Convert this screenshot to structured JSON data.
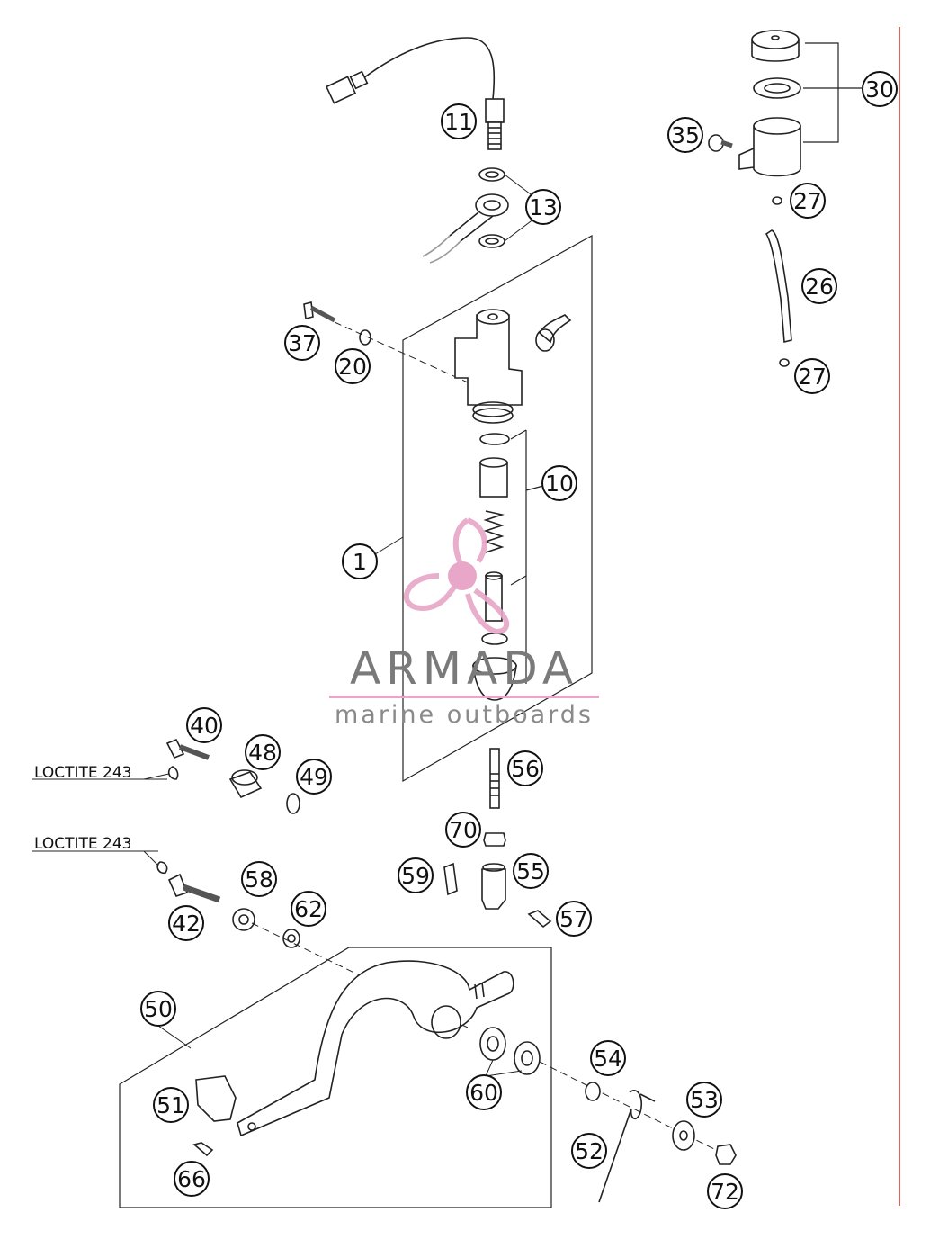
{
  "parts": [
    {
      "id": "p1",
      "label": "1"
    },
    {
      "id": "p10",
      "label": "10"
    },
    {
      "id": "p11",
      "label": "11"
    },
    {
      "id": "p13",
      "label": "13"
    },
    {
      "id": "p20",
      "label": "20"
    },
    {
      "id": "p26",
      "label": "26"
    },
    {
      "id": "p27a",
      "label": "27"
    },
    {
      "id": "p27b",
      "label": "27"
    },
    {
      "id": "p30",
      "label": "30"
    },
    {
      "id": "p35",
      "label": "35"
    },
    {
      "id": "p37",
      "label": "37"
    },
    {
      "id": "p40",
      "label": "40"
    },
    {
      "id": "p42",
      "label": "42"
    },
    {
      "id": "p48",
      "label": "48"
    },
    {
      "id": "p49",
      "label": "49"
    },
    {
      "id": "p50",
      "label": "50"
    },
    {
      "id": "p51",
      "label": "51"
    },
    {
      "id": "p52",
      "label": "52"
    },
    {
      "id": "p53",
      "label": "53"
    },
    {
      "id": "p54",
      "label": "54"
    },
    {
      "id": "p55",
      "label": "55"
    },
    {
      "id": "p56",
      "label": "56"
    },
    {
      "id": "p57",
      "label": "57"
    },
    {
      "id": "p58",
      "label": "58"
    },
    {
      "id": "p59",
      "label": "59"
    },
    {
      "id": "p60",
      "label": "60"
    },
    {
      "id": "p62",
      "label": "62"
    },
    {
      "id": "p66",
      "label": "66"
    },
    {
      "id": "p70",
      "label": "70"
    },
    {
      "id": "p72",
      "label": "72"
    }
  ],
  "notes": {
    "loctite_1": "LOCTITE 243",
    "loctite_2": "LOCTITE 243"
  },
  "watermark": {
    "title": "ARMADA",
    "subtitle": "marine outboards",
    "accent_color": "#e8a6c8"
  }
}
